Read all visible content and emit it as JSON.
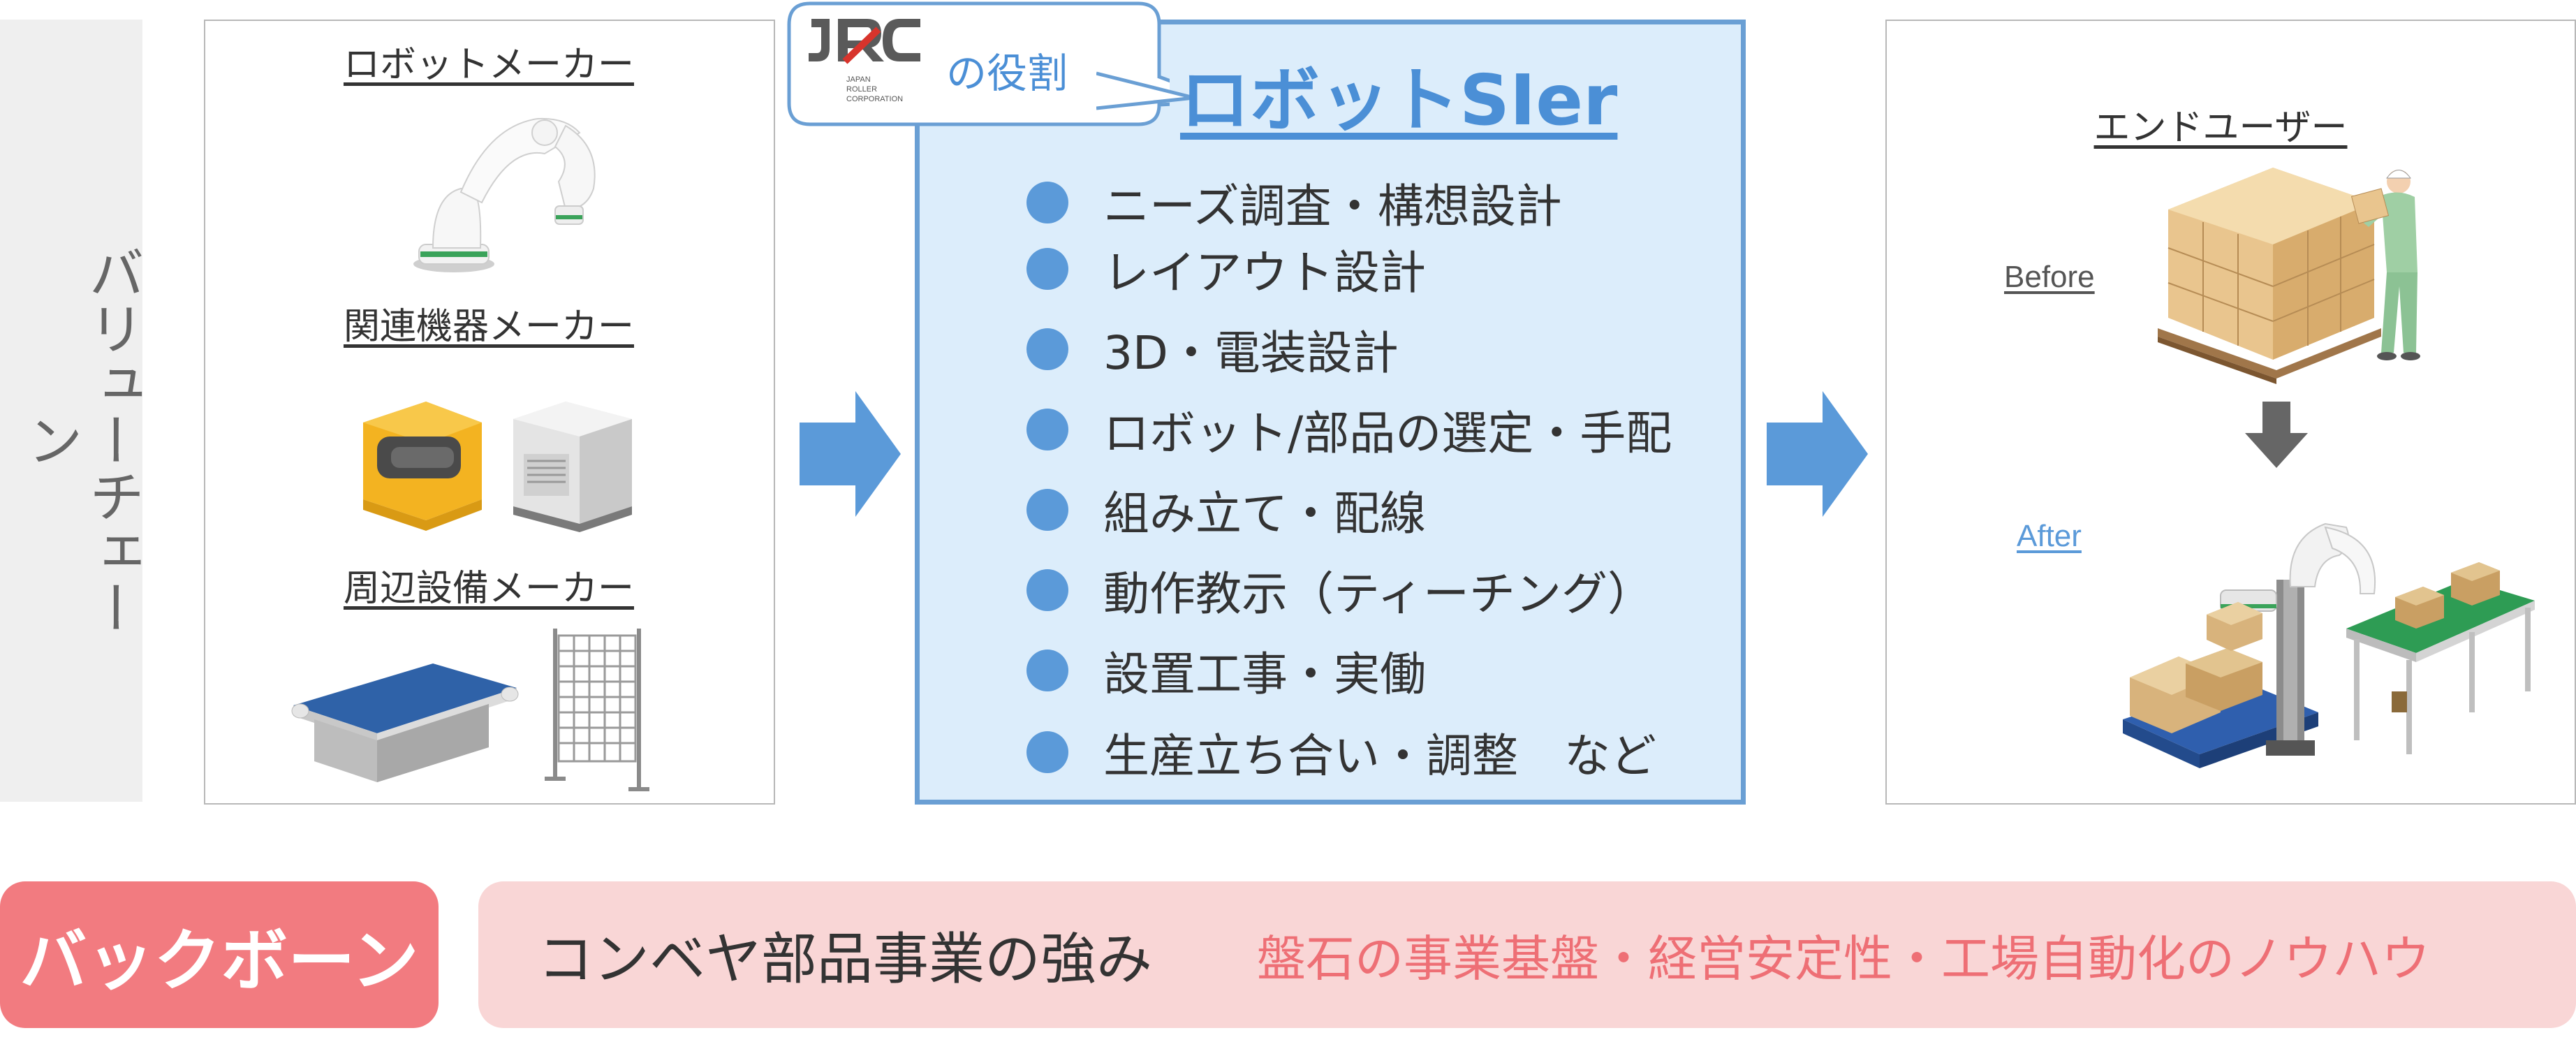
{
  "value_chain_label": "バリューチェーン",
  "left_panel": {
    "robot_maker": "ロボットメーカー",
    "related_equipment_maker": "関連機器メーカー",
    "peripheral_equipment_maker": "周辺設備メーカー"
  },
  "jrc_logo": {
    "letters": "JRC",
    "company_line1": "JAPAN",
    "company_line2": "ROLLER",
    "company_line3": "CORPORATION"
  },
  "role_bubble_text": "の役割",
  "center_panel": {
    "title": "ロボットSIer",
    "items": [
      "ニーズ調査・構想設計",
      "レイアウト設計",
      "3D・電装設計",
      "ロボット/部品の選定・手配",
      "組み立て・配線",
      "動作教示（ティーチング）",
      "設置工事・実働",
      "生産立ち合い・調整　など"
    ]
  },
  "right_panel": {
    "title": "エンドユーザー",
    "before_label": "Before",
    "after_label": "After"
  },
  "backbone": {
    "badge": "バックボーン",
    "main": "コンベヤ部品事業の強み",
    "sub": "盤石の事業基盤・経営安定性・工場自動化のノウハウ"
  },
  "colors": {
    "accent_blue": "#4b8fd6",
    "sier_bg": "#dcedfb",
    "arrow_blue": "#5b9ad9",
    "backbone_badge": "#f27b80",
    "backbone_bar": "#f9d6d6",
    "backbone_sub_text": "#ee6f75"
  }
}
